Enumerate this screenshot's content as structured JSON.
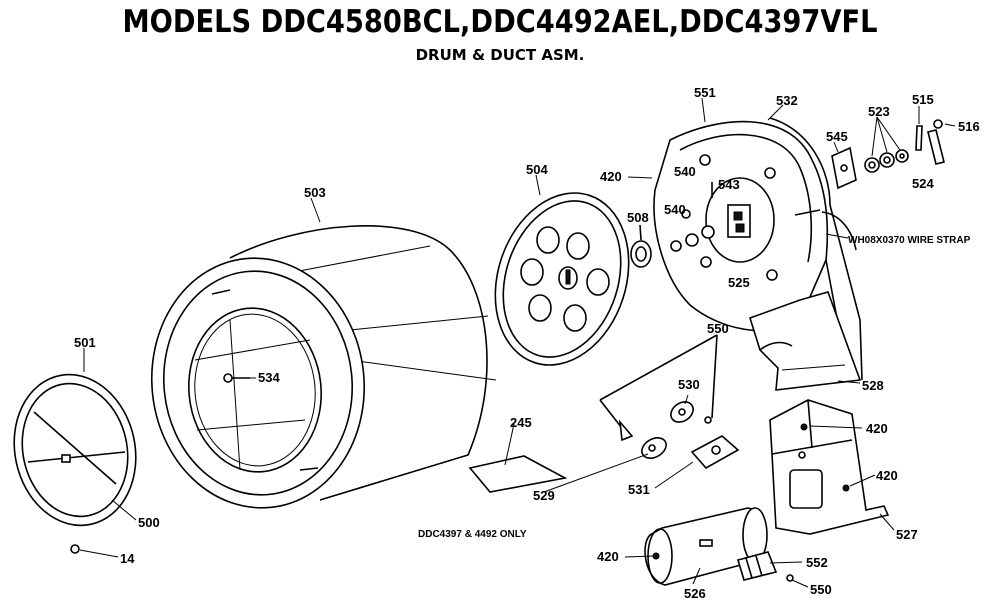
{
  "header": {
    "title": "MODELS DDC4580BCL,DDC4492AEL,DDC4397VFL",
    "subtitle": "DRUM & DUCT ASM."
  },
  "labels": {
    "p14": "14",
    "p245": "245",
    "p420_top": "420",
    "p420_right_a": "420",
    "p420_right_b": "420",
    "p420_bottom": "420",
    "p500": "500",
    "p501": "501",
    "p503": "503",
    "p504": "504",
    "p508": "508",
    "p515": "515",
    "p516": "516",
    "p523": "523",
    "p524": "524",
    "p525": "525",
    "p526": "526",
    "p527": "527",
    "p528": "528",
    "p529": "529",
    "p530": "530",
    "p531": "531",
    "p532": "532",
    "p534": "534",
    "p540_a": "540",
    "p540_b": "540",
    "p543": "543",
    "p545": "545",
    "p550_top": "550",
    "p550_bottom": "550",
    "p551": "551",
    "p552": "552",
    "wire_strap": "WH08X0370 WIRE STRAP",
    "ddc_note": "DDC4397 & 4492 ONLY"
  }
}
